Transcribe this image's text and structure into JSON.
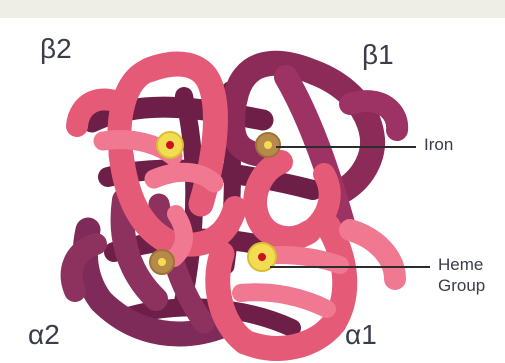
{
  "subunits": {
    "beta2": "β2",
    "beta1": "β1",
    "alpha2": "α2",
    "alpha1": "α1"
  },
  "callouts": {
    "iron": "Iron",
    "heme_line1": "Heme",
    "heme_line2": "Group"
  },
  "colors": {
    "page_background": "#efeee6",
    "panel_background": "#ffffff",
    "beta2_chain": "#e55b77",
    "beta1_chain": "#8c2a58",
    "alpha2_chain": "#7f2b5a",
    "alpha1_chain": "#e55b77",
    "dark_back_tubes": "#6e1f47",
    "heme_yellow": "#f4dc52",
    "heme_tan": "#b88a4a",
    "iron_red": "#cc1024",
    "leader_line": "#2c2c2c"
  }
}
